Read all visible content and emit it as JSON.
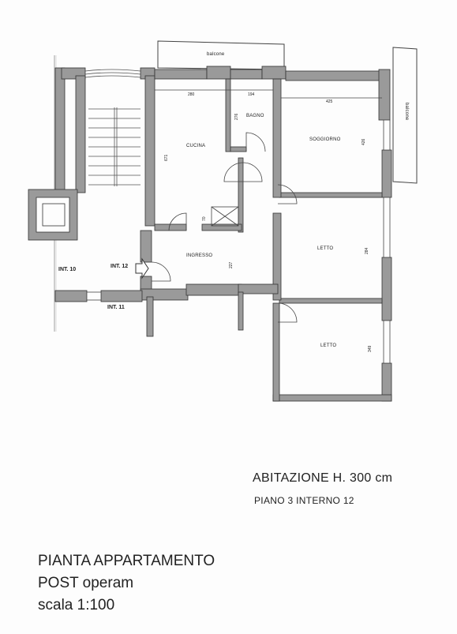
{
  "plan": {
    "rooms": {
      "balcone_top": "balcone",
      "balcone_right": "balcone",
      "cucina": "CUCINA",
      "bagno": "BAGNO",
      "soggiorno": "SOGGIORNO",
      "ingresso": "INGRESSO",
      "letto_1": "LETTO",
      "letto_2": "LETTO"
    },
    "dimensions": {
      "cucina_w": "280",
      "bagno_w": "194",
      "soggiorno_w": "425",
      "bagno_h": "276",
      "cucina_h": "671",
      "soggiorno_h": "426",
      "letto1_h": "284",
      "letto2_h": "349",
      "ingresso_h": "227",
      "rip_h": "70"
    },
    "units": {
      "int10": "INT. 10",
      "int11": "INT. 11",
      "int12": "INT. 12"
    }
  },
  "info": {
    "abitazione": "ABITAZIONE H. 300 cm",
    "piano": "PIANO 3   INTERNO 12"
  },
  "title": {
    "line1": "PIANTA APPARTAMENTO",
    "line2": "POST operam",
    "line3": "scala 1:100"
  }
}
